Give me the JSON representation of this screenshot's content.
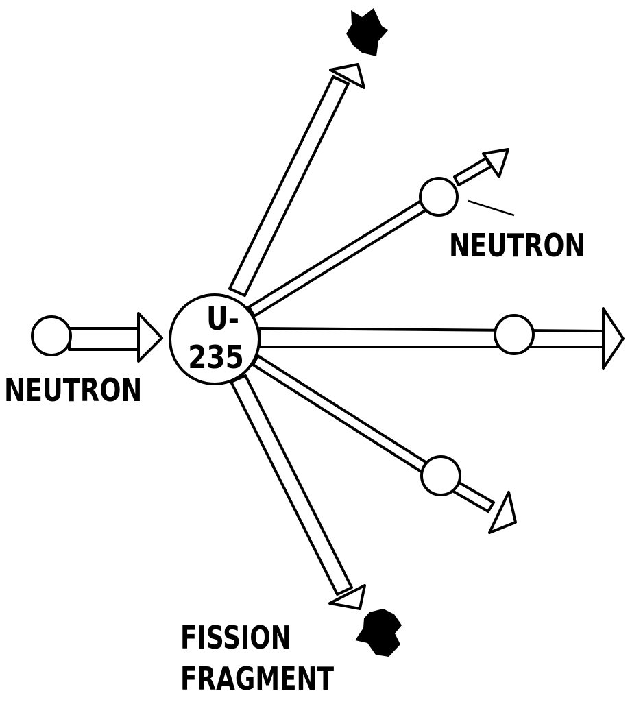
{
  "labels": {
    "incoming_neutron": "NEUTRON",
    "emitted_neutron": "NEUTRON",
    "fission_line1": "FISSION",
    "fission_line2": "FRAGMENT"
  },
  "nucleus": {
    "line1": "U-",
    "line2": "235"
  },
  "colors": {
    "ink": "#000000",
    "paper": "#ffffff"
  }
}
